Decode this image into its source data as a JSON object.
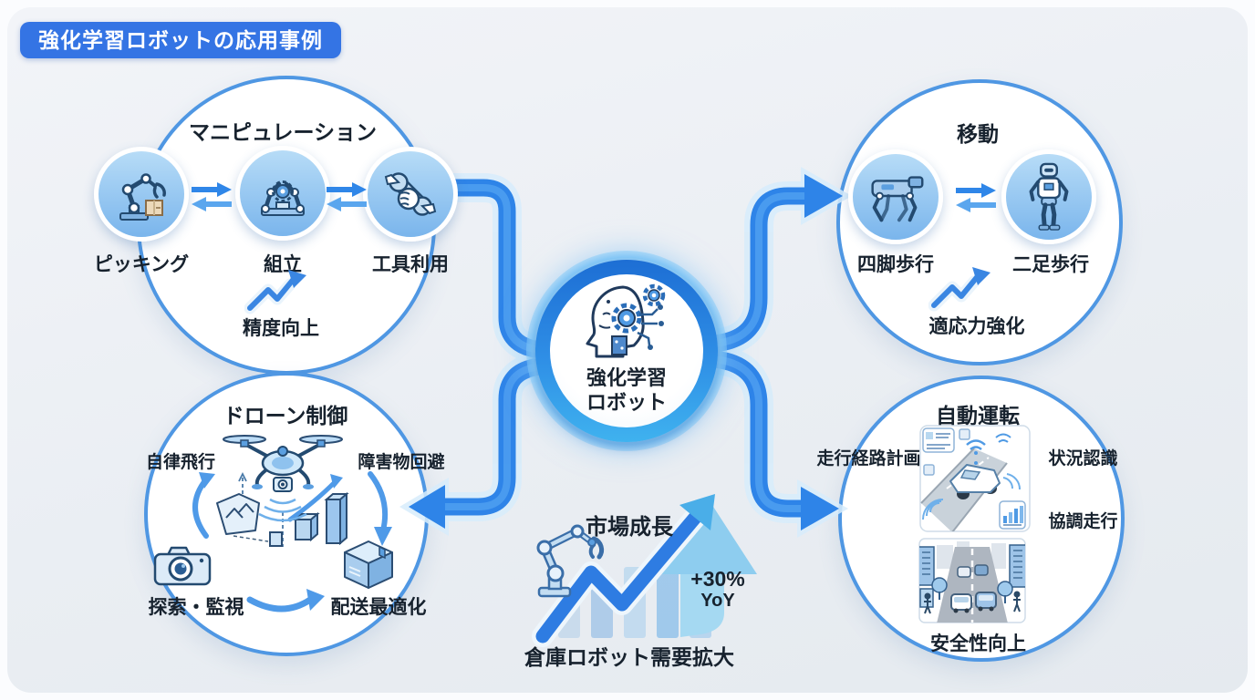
{
  "title": "強化学習ロボットの応用事例",
  "center": {
    "line1": "強化学習",
    "line2": "ロボット",
    "icon": "ai-head-icon"
  },
  "groups": {
    "manipulation": {
      "title": "マニピュレーション",
      "items": [
        {
          "label": "ピッキング",
          "icon": "robot-arm-picking-icon"
        },
        {
          "label": "組立",
          "icon": "assembly-arms-icon"
        },
        {
          "label": "工具利用",
          "icon": "wrench-hand-icon"
        }
      ],
      "note": "精度向上"
    },
    "locomotion": {
      "title": "移動",
      "items": [
        {
          "label": "四脚歩行",
          "icon": "quadruped-robot-icon"
        },
        {
          "label": "二足歩行",
          "icon": "humanoid-robot-icon"
        }
      ],
      "note": "適応力強化"
    },
    "drone": {
      "title": "ドローン制御",
      "labels": {
        "top_left": "自律飛行",
        "top_right": "障害物回避",
        "bottom_left": "探索・監視",
        "bottom_right": "配送最適化"
      }
    },
    "driving": {
      "title": "自動運転",
      "labels": {
        "left": "走行経路計画",
        "top_right": "状況認識",
        "mid_right": "協調走行",
        "bottom": "安全性向上"
      }
    }
  },
  "market": {
    "title": "市場成長",
    "growth_value": "+30%",
    "growth_period": "YoY",
    "caption": "倉庫ロボット需要拡大"
  },
  "colors": {
    "badge_bg": "#3474e4",
    "pipe_blue": "#2e84e8",
    "circle_border": "#4f97e3",
    "icon_circle_fill": "#8fc3ef",
    "line_art_navy": "#234a70",
    "panel_bg": "#e9edf2",
    "growth_cyan": "#4aaee8"
  }
}
